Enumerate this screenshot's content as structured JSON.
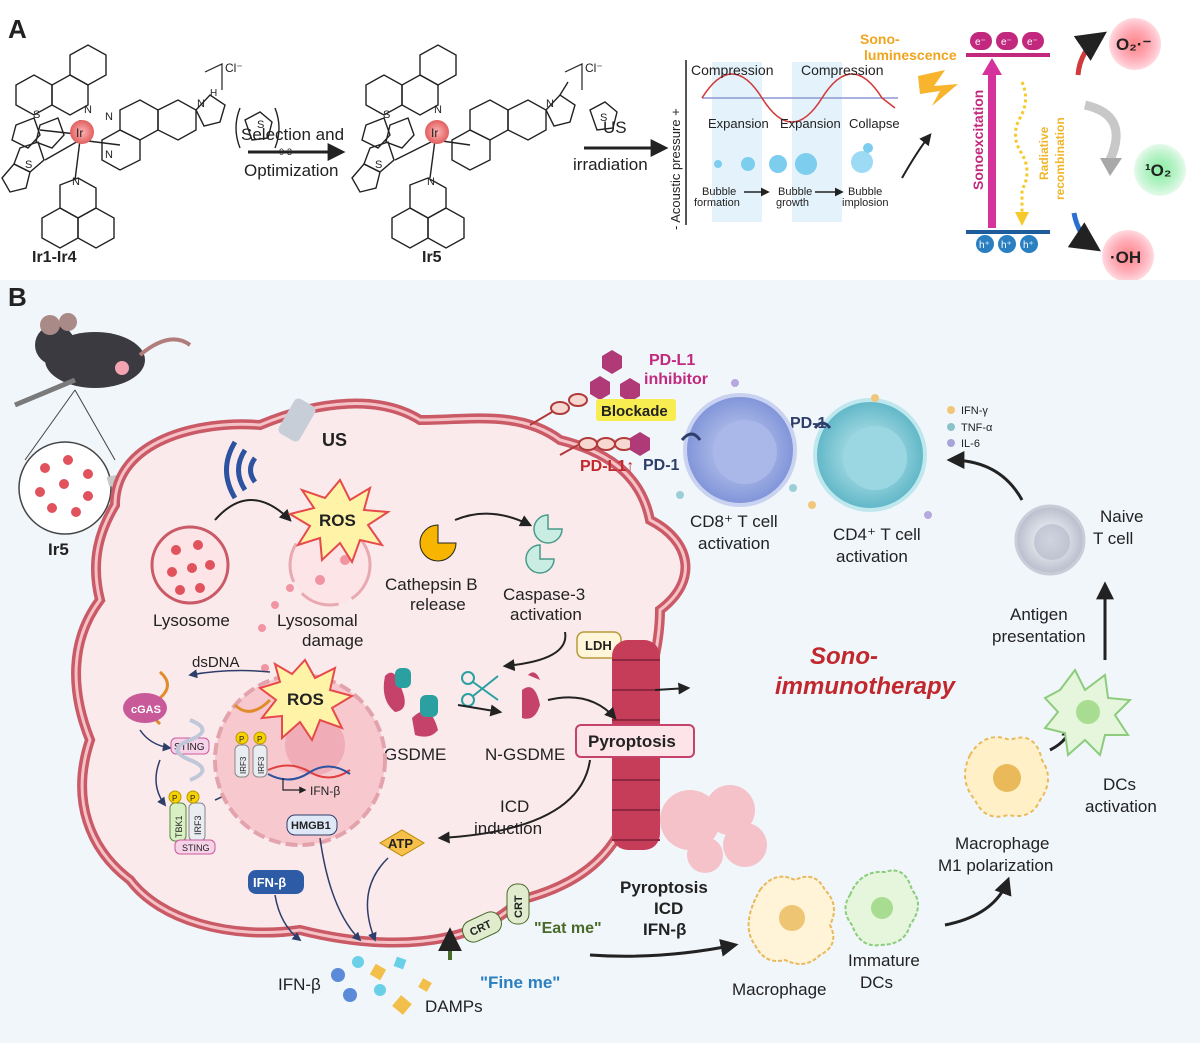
{
  "panel_a": {
    "label": "A",
    "compounds": {
      "left_name": "Ir1-Ir4",
      "left_counterion": "Cl⁻",
      "left_subscript": "0-3",
      "right_name": "Ir5",
      "right_counterion": "Cl⁻",
      "arrow_line1": "Selection and",
      "arrow_line2": "Optimization",
      "us_line1": "US",
      "us_line2": "irradiation",
      "atoms": {
        "ir": "Ir",
        "n": "N",
        "s": "S",
        "h": "H"
      }
    },
    "cavitation": {
      "axis_label": "- Acoustic pressure +",
      "compression1": "Compression",
      "compression2": "Compression",
      "expansion1": "Expansion",
      "expansion2": "Expansion",
      "collapse": "Collapse",
      "bubble_formation_1": "Bubble",
      "bubble_formation_2": "formation",
      "bubble_growth_1": "Bubble",
      "bubble_growth_2": "growth",
      "bubble_implosion_1": "Bubble",
      "bubble_implosion_2": "implosion"
    },
    "band": {
      "sono_line1": "Sono-",
      "sono_line2": "luminescence",
      "electron": "e⁻",
      "hole": "h⁺",
      "sonoexcitation": "Sonoexcitation",
      "radiative_line1": "Radiative",
      "radiative_line2": "recombination",
      "superoxide": "O₂·⁻",
      "singlet_oxygen": "¹O₂",
      "hydroxyl": "·OH"
    }
  },
  "panel_b": {
    "label": "B",
    "mouse_drug": "Ir5",
    "us": "US",
    "ros1": "ROS",
    "ros2": "ROS",
    "lysosome": "Lysosome",
    "lysosomal_damage_1": "Lysosomal",
    "lysosomal_damage_2": "damage",
    "cathepsin_1": "Cathepsin B",
    "cathepsin_2": "release",
    "caspase_1": "Caspase-3",
    "caspase_2": "activation",
    "ldh": "LDH",
    "gsdme": "GSDME",
    "ngsdme": "N-GSDME",
    "pyroptosis": "Pyroptosis",
    "dsdna": "dsDNA",
    "cgas": "cGAS",
    "sting": "STING",
    "sting2": "STING",
    "tbk1": "TBK1",
    "irf3": "IRF3",
    "phospho": "P",
    "ifnb_arrow": "IFN-β",
    "hmgb1": "HMGB1",
    "ifnb_box": "IFN-β",
    "atp": "ATP",
    "icd_1": "ICD",
    "icd_2": "induction",
    "crt": "CRT",
    "eat_me": "\"Eat me\"",
    "find_me": "\"Fine me\"",
    "ifnb_out": "IFN-β",
    "damps": "DAMPs",
    "summary_1": "Pyroptosis",
    "summary_2": "ICD",
    "summary_3": "IFN-β",
    "sono_1": "Sono-",
    "sono_2": "immunotherapy",
    "pdl1_inhibitor_1": "PD-L1",
    "pdl1_inhibitor_2": "inhibitor",
    "blockade": "Blockade",
    "pdl1": "PD-L1↑",
    "pd1_a": "PD-1",
    "pd1_b": "PD-1",
    "cd8_1": "CD8⁺ T cell",
    "cd8_2": "activation",
    "cd4_1": "CD4⁺ T cell",
    "cd4_2": "activation",
    "legend": [
      "IFN-γ",
      "TNF-α",
      "IL-6"
    ],
    "naive_1": "Naive",
    "naive_2": "T cell",
    "antigen_1": "Antigen",
    "antigen_2": "presentation",
    "dcs_act_1": "DCs",
    "dcs_act_2": "activation",
    "m1_1": "Macrophage",
    "m1_2": "M1 polarization",
    "immature_1": "Immature",
    "immature_2": "DCs",
    "macrophage": "Macrophage"
  },
  "colors": {
    "sono_red": "#c0282d",
    "pink_text": "#c2297e",
    "blue_text": "#2a7fc1",
    "green_text": "#4a6a2a",
    "membrane": "#c95a66",
    "cell_fill": "#fbeaec",
    "bg_b": "#f1f6fb"
  }
}
